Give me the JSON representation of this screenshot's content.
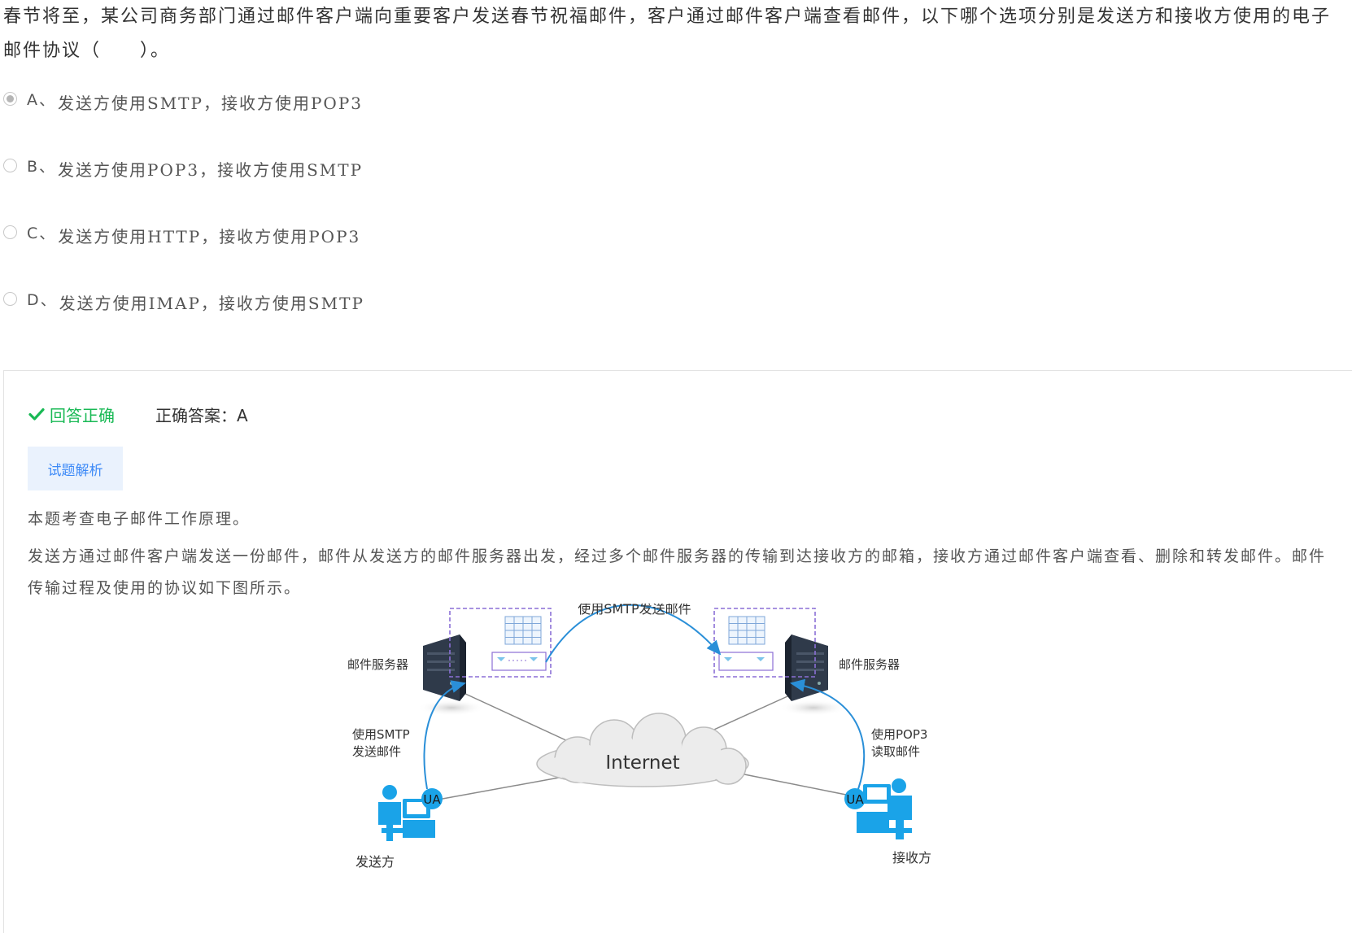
{
  "question": {
    "text": "春节将至，某公司商务部门通过邮件客户端向重要客户发送春节祝福邮件，客户通过邮件客户端查看邮件，以下哪个选项分别是发送方和接收方使用的电子邮件协议（　　）。"
  },
  "options": [
    {
      "letter": "A、",
      "text": "发送方使用SMTP，接收方使用POP3",
      "selected": true
    },
    {
      "letter": "B、",
      "text": "发送方使用POP3，接收方使用SMTP",
      "selected": false
    },
    {
      "letter": "C、",
      "text": "发送方使用HTTP，接收方使用POP3",
      "selected": false
    },
    {
      "letter": "D、",
      "text": "发送方使用IMAP，接收方使用SMTP",
      "selected": false
    }
  ],
  "result": {
    "status": "回答正确",
    "answer_label": "正确答案：A",
    "status_color": "#19b955"
  },
  "analysis": {
    "tab_label": "试题解析",
    "tab_color": "#3d8af7",
    "para1": "本题考查电子邮件工作原理。",
    "para2": "发送方通过邮件客户端发送一份邮件，邮件从发送方的邮件服务器出发，经过多个邮件服务器的传输到达接收方的邮箱，接收方通过邮件客户端查看、删除和转发邮件。邮件传输过程及使用的协议如下图所示。"
  },
  "diagram": {
    "top_label": "使用SMTP发送邮件",
    "left_server_label": "邮件服务器",
    "right_server_label": "邮件服务器",
    "left_link_label_1": "使用SMTP",
    "left_link_label_2": "发送邮件",
    "right_link_label_1": "使用POP3",
    "right_link_label_2": "读取邮件",
    "internet_label": "Internet",
    "ua_left": "UA",
    "ua_right": "UA",
    "sender_label": "发送方",
    "receiver_label": "接收方",
    "accent_color": "#2a8fd8",
    "user_color": "#1aa3e8"
  }
}
